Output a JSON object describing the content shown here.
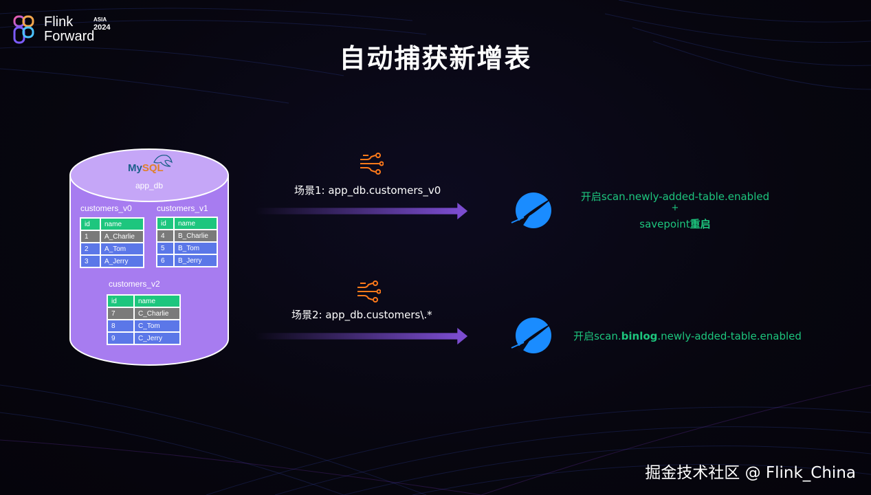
{
  "logo": {
    "line1": "Flink",
    "line2": "Forward",
    "badge": "ASIA",
    "year": "2024"
  },
  "title": "自动捕获新增表",
  "database": {
    "engine_logo_part1": "My",
    "engine_logo_part2": "SQL",
    "name": "app_db",
    "tables": [
      {
        "name": "customers_v0",
        "header": [
          "id",
          "name"
        ],
        "rows": [
          [
            "1",
            "A_Charlie"
          ],
          [
            "2",
            "A_Tom"
          ],
          [
            "3",
            "A_Jerry"
          ]
        ]
      },
      {
        "name": "customers_v1",
        "header": [
          "id",
          "name"
        ],
        "rows": [
          [
            "4",
            "B_Charlie"
          ],
          [
            "5",
            "B_Tom"
          ],
          [
            "6",
            "B_Jerry"
          ]
        ]
      },
      {
        "name": "customers_v2",
        "header": [
          "id",
          "name"
        ],
        "rows": [
          [
            "7",
            "C_Charlie"
          ],
          [
            "8",
            "C_Tom"
          ],
          [
            "9",
            "C_Jerry"
          ]
        ]
      }
    ]
  },
  "scenarios": [
    {
      "label": "场景1: app_db.customers_v0",
      "result_line1": "开启scan.newly-added-table.enabled",
      "result_plus": "+",
      "result_line3_a": "savepoint",
      "result_line3_b": "重启"
    },
    {
      "label": "场景2: app_db.customers\\.*",
      "result_a": "开启scan.",
      "result_b": "binlog",
      "result_c": ".newly-added-table.enabled"
    }
  ],
  "watermark": "掘金技术社区 @ Flink_China",
  "colors": {
    "accent_green": "#1dc67e",
    "cylinder_purple": "#a77cf0",
    "arrow_purple": "#7b4ccf",
    "connector_orange": "#ff7a1a",
    "flink_blue": "#1a8cff"
  }
}
